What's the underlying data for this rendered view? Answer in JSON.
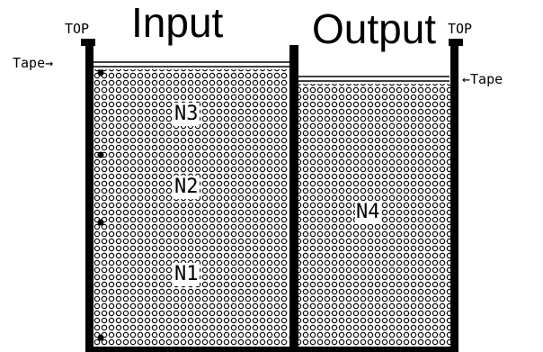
{
  "titles": {
    "input": "Input",
    "output": "Output"
  },
  "markers": {
    "top_left": "TOP",
    "top_right": "TOP"
  },
  "tape_labels": {
    "left": "Tape→",
    "right": "←Tape"
  },
  "regions": {
    "input_top": "N3",
    "input_middle": "N2",
    "input_bottom": "N1",
    "output": "N4"
  }
}
